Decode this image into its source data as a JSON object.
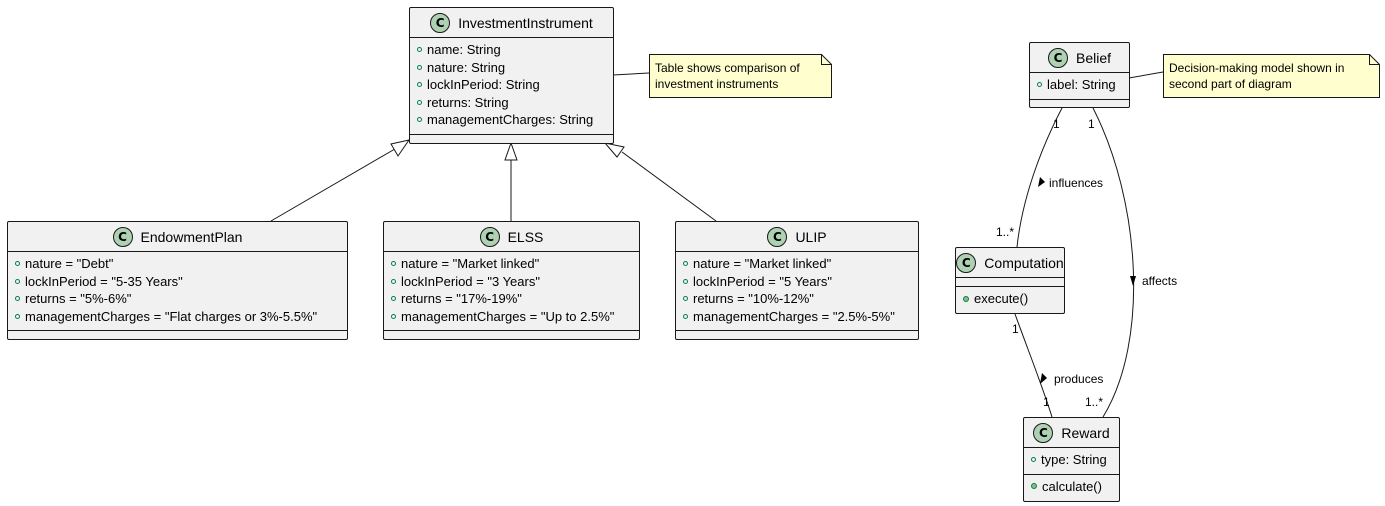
{
  "classes": {
    "investment": {
      "name": "InvestmentInstrument",
      "attributes": [
        "name: String",
        "nature: String",
        "lockInPeriod: String",
        "returns: String",
        "managementCharges: String"
      ]
    },
    "endowment": {
      "name": "EndowmentPlan",
      "attributes": [
        "nature = \"Debt\"",
        "lockInPeriod = \"5-35 Years\"",
        "returns = \"5%-6%\"",
        "managementCharges = \"Flat charges or 3%-5.5%\""
      ]
    },
    "elss": {
      "name": "ELSS",
      "attributes": [
        "nature = \"Market linked\"",
        "lockInPeriod = \"3 Years\"",
        "returns = \"17%-19%\"",
        "managementCharges = \"Up to 2.5%\""
      ]
    },
    "ulip": {
      "name": "ULIP",
      "attributes": [
        "nature = \"Market linked\"",
        "lockInPeriod = \"5 Years\"",
        "returns = \"10%-12%\"",
        "managementCharges = \"2.5%-5%\""
      ]
    },
    "belief": {
      "name": "Belief",
      "attributes": [
        "label: String"
      ]
    },
    "computation": {
      "name": "Computation",
      "methods": [
        "execute()"
      ]
    },
    "reward": {
      "name": "Reward",
      "attributes": [
        "type: String"
      ],
      "methods": [
        "calculate()"
      ]
    }
  },
  "notes": {
    "table": {
      "line1": "Table shows comparison of",
      "line2": "investment instruments"
    },
    "model": {
      "line1": "Decision-making model shown in",
      "line2": "second part of diagram"
    }
  },
  "relations": {
    "influences": {
      "label": "influences",
      "from_mult": "1",
      "to_mult": "1..*"
    },
    "produces": {
      "label": "produces",
      "from_mult": "1",
      "to_mult": "1"
    },
    "affects": {
      "label": "affects",
      "from_mult": "1",
      "to_mult": "1..*"
    }
  },
  "colors": {
    "class_fill": "#f1f1f1",
    "class_border": "#181818",
    "badge_fill": "#add1b2",
    "note_fill": "#fefece",
    "visibility_green": "#038048"
  }
}
